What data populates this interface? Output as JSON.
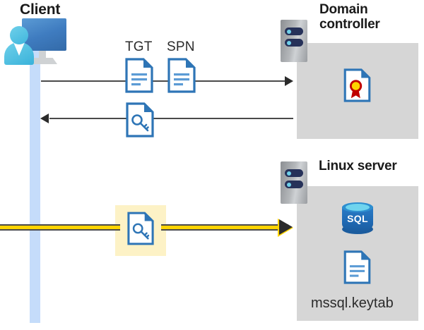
{
  "diagram": {
    "title_client": "Client",
    "title_domain_controller": "Domain controller",
    "title_linux_server": "Linux server",
    "colors": {
      "lifeline": "#c5dcfa",
      "panel": "#d6d6d6",
      "highlight": "#fdf2c6",
      "yellow_flow": "#ffd400",
      "doc_blue": "#2e75b6",
      "arrow_gray": "#4a4a4a",
      "sql_blue": "#1f69b3",
      "seal_red": "#c00000",
      "seal_gold": "#ffd400"
    }
  },
  "client": {
    "label": "Client",
    "icon": "client-workstation-icon"
  },
  "domain_controller": {
    "label": "Domain controller",
    "server_icon": "server-rack-icon",
    "contents": [
      {
        "icon": "certificate-document-icon",
        "name": "certificate"
      }
    ]
  },
  "linux_server": {
    "label": "Linux server",
    "server_icon": "server-rack-icon",
    "contents": [
      {
        "icon": "sql-database-icon",
        "name": "SQL",
        "text": "SQL"
      },
      {
        "icon": "document-icon",
        "name": "mssql.keytab",
        "text": "mssql.keytab"
      }
    ]
  },
  "flows": [
    {
      "id": "request",
      "direction": "client-to-domain-controller",
      "style": "thin-gray-arrow",
      "artifacts": [
        {
          "label": "TGT",
          "icon": "document-icon"
        },
        {
          "label": "SPN",
          "icon": "document-icon"
        }
      ]
    },
    {
      "id": "response",
      "direction": "domain-controller-to-client",
      "style": "thin-gray-arrow",
      "artifacts": [
        {
          "label": "",
          "icon": "key-document-icon"
        }
      ]
    },
    {
      "id": "authenticate",
      "direction": "client-to-linux-server",
      "style": "yellow-highlight-arrow",
      "artifacts": [
        {
          "label": "",
          "icon": "key-document-icon"
        }
      ]
    }
  ],
  "labels": {
    "tgt": "TGT",
    "spn": "SPN",
    "keytab_file": "mssql.keytab",
    "sql": "SQL"
  }
}
